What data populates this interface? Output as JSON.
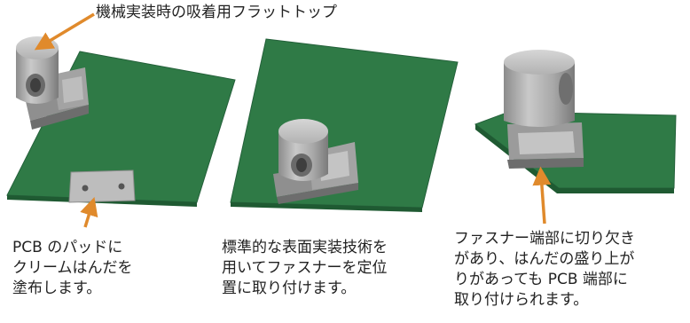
{
  "top_label": "機械実装時の吸着用フラットトップ",
  "captions": {
    "left": [
      "PCB のパッドに",
      "クリームはんだを",
      "塗布します。"
    ],
    "middle": [
      "標準的な表面実装技術を",
      "用いてファスナーを定位",
      "置に取り付けます。"
    ],
    "right": [
      "ファスナー端部に切り欠き",
      "があり、はんだの盛り上が",
      "りがあっても PCB 端部に",
      "取り付けられます。"
    ]
  },
  "colors": {
    "pcb": "#2f7a46",
    "pcb_edge": "#1f5a32",
    "metal": "#9a9a9a",
    "pad": "#bdbdbd",
    "arrow": "#e08a2c"
  }
}
